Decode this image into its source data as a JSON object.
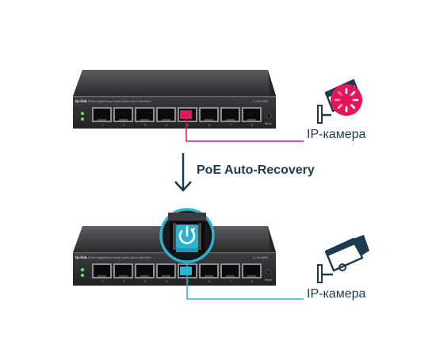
{
  "caption": "PoE Auto-Recovery",
  "camera_label": "IP-камера",
  "switch": {
    "brand": "tp-link",
    "description": "8-Port Gigabit Easy Smart Switch with 4-Port PoE+",
    "model": "TL-SG108PE",
    "reset_label": "Reset",
    "port_numbers": [
      "1",
      "2",
      "3",
      "4",
      "5",
      "6",
      "7",
      "8"
    ]
  },
  "colors": {
    "fault": "#e5155c",
    "recovered": "#2ab3cc",
    "arrow": "#1d3b4f"
  },
  "icons": {
    "top_camera": "security-camera-with-loading-icon",
    "bottom_camera": "security-camera-icon",
    "recovery_badge": "power-recovery-icon",
    "arrow": "arrow-down-icon"
  }
}
